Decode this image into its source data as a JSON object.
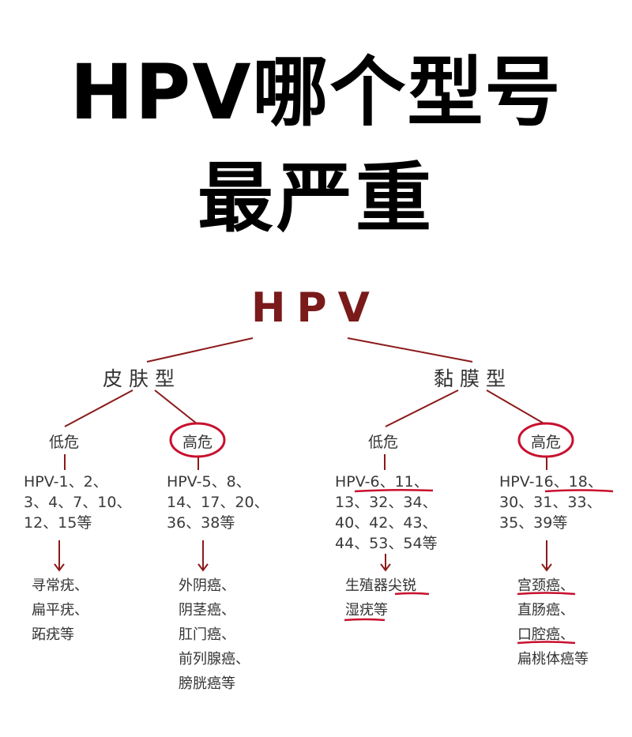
{
  "title": {
    "line1": "HPV哪个型号",
    "line2": "最严重"
  },
  "root": "HPV",
  "branches": {
    "skin": {
      "label": "皮肤型",
      "low": {
        "label": "低危",
        "types": [
          "HPV-1、2、",
          "3、4、7、10、",
          "12、15等"
        ],
        "diseases": [
          "寻常疣、",
          "扁平疣、",
          "跖疣等"
        ]
      },
      "high": {
        "label": "高危",
        "types": [
          "HPV-5、8、",
          "14、17、20、",
          "36、38等"
        ],
        "diseases": [
          "外阴癌、",
          "阴茎癌、",
          "肛门癌、",
          "前列腺癌、",
          "膀胱癌等"
        ]
      }
    },
    "mucosa": {
      "label": "黏膜型",
      "low": {
        "label": "低危",
        "types": [
          "HPV-6、11、",
          "13、32、34、",
          "40、42、43、",
          "44、53、54等"
        ],
        "diseases": [
          "生殖器尖锐",
          "湿疣等"
        ]
      },
      "high": {
        "label": "高危",
        "types": [
          "HPV-16、18、",
          "30、31、33、",
          "35、39等"
        ],
        "diseases": [
          "宫颈癌、",
          "直肠癌、",
          "口腔癌、",
          "扁桃体癌等"
        ]
      }
    }
  },
  "colors": {
    "accent": "#c8102e",
    "line": "#8b1a1a",
    "root": "#7a1a1a"
  }
}
